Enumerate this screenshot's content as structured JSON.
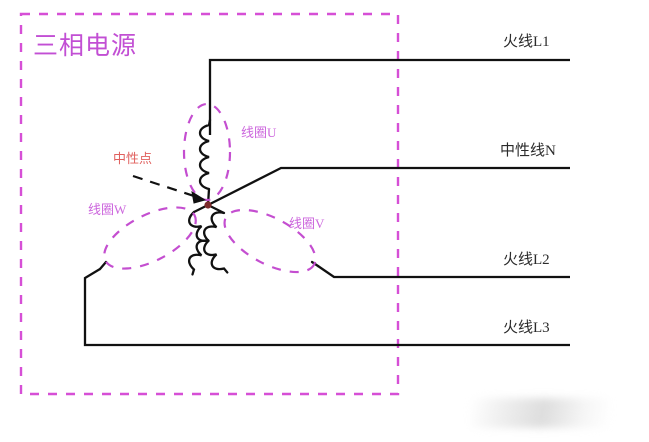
{
  "diagram": {
    "title": "三相电源",
    "enclosure": {
      "style": "dashed",
      "color": "#d64fd6"
    },
    "neutral_point_label": "中性点",
    "coils": [
      {
        "id": "U",
        "label": "线圈U"
      },
      {
        "id": "V",
        "label": "线圈V"
      },
      {
        "id": "W",
        "label": "线圈W"
      }
    ],
    "output_lines": [
      {
        "id": "L1",
        "label": "火线L1"
      },
      {
        "id": "N",
        "label": "中性线N"
      },
      {
        "id": "L2",
        "label": "火线L2"
      },
      {
        "id": "L3",
        "label": "火线L3"
      }
    ],
    "colors": {
      "accent": "#d64fd6",
      "title": "#c24fd4",
      "coil_label": "#cc66dd",
      "neutral_label": "#e0605e",
      "wire": "#1a1a1a",
      "star_point": "#8b2d2d"
    }
  }
}
